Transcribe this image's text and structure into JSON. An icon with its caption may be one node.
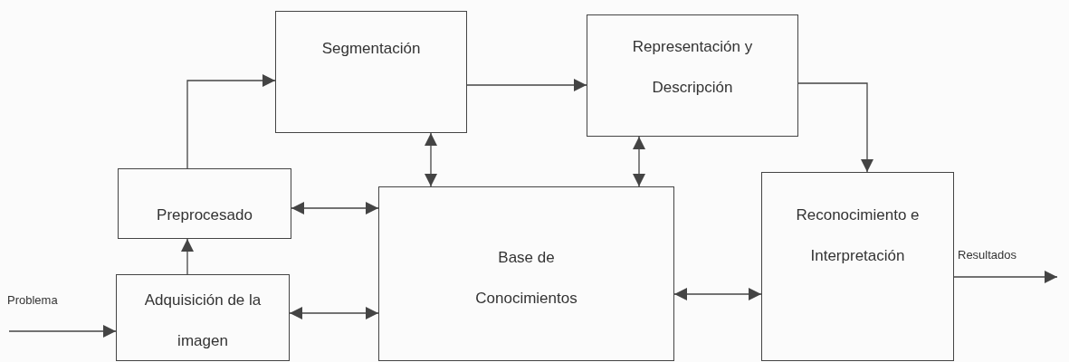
{
  "diagram": {
    "nodes": [
      {
        "text": [
          "Segmentación"
        ]
      },
      {
        "text": [
          "Representación y Descripción"
        ]
      },
      {
        "text": [
          "Preprocesado"
        ]
      },
      {
        "text": [
          "Base de Conocimientos"
        ]
      },
      {
        "text": [
          "Reconocimiento e Interpretación"
        ]
      },
      {
        "text": [
          "Adquisición de la imagen"
        ]
      }
    ],
    "edges": [
      {
        "from": 5,
        "to": 2,
        "arrow": "to"
      },
      {
        "from": 2,
        "to": 0,
        "arrow": "to"
      },
      {
        "from": 0,
        "to": 1,
        "arrow": "to"
      },
      {
        "from": 1,
        "to": 4,
        "arrow": "to"
      },
      {
        "from": 0,
        "to": 3,
        "arrow": "both"
      },
      {
        "from": 1,
        "to": 3,
        "arrow": "both"
      },
      {
        "from": 2,
        "to": 3,
        "arrow": "both"
      },
      {
        "from": 5,
        "to": 3,
        "arrow": "both"
      },
      {
        "from": 3,
        "to": 4,
        "arrow": "both"
      },
      {
        "from": null,
        "to": 5,
        "arrow": "to"
      },
      {
        "from": 4,
        "to": null,
        "arrow": "to"
      }
    ],
    "labels": [
      "Problema",
      "Resultados"
    ]
  }
}
